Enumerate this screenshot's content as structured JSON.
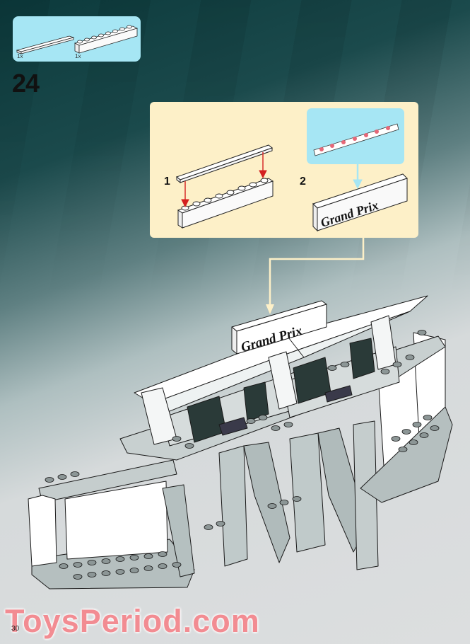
{
  "page": {
    "page_number": "30",
    "watermark": "ToysPeriod.com"
  },
  "parts_list": {
    "items": [
      {
        "name": "white-1x8-tile",
        "quantity": "1x"
      },
      {
        "name": "white-1x8-brick",
        "quantity": "1x"
      }
    ]
  },
  "step": {
    "number": "24"
  },
  "sub_assembly": {
    "steps": [
      {
        "number": "1",
        "description": "Place 1x8 tile on 1x8 brick"
      },
      {
        "number": "2",
        "description": "Apply sticker to brick"
      }
    ],
    "sticker_text": "Grand Prix"
  },
  "model": {
    "sign_text": "Grand Prix"
  },
  "colors": {
    "parts_box": "#a6e6f4",
    "sub_assembly_box": "#fdf0c8",
    "arrow_red": "#d42020",
    "arrow_blue": "#a6e6f4",
    "callout_line": "#fdf0c8",
    "watermark": "#f28c92",
    "background_dark": "#0c3a3c",
    "background_light": "#dcdedf"
  }
}
